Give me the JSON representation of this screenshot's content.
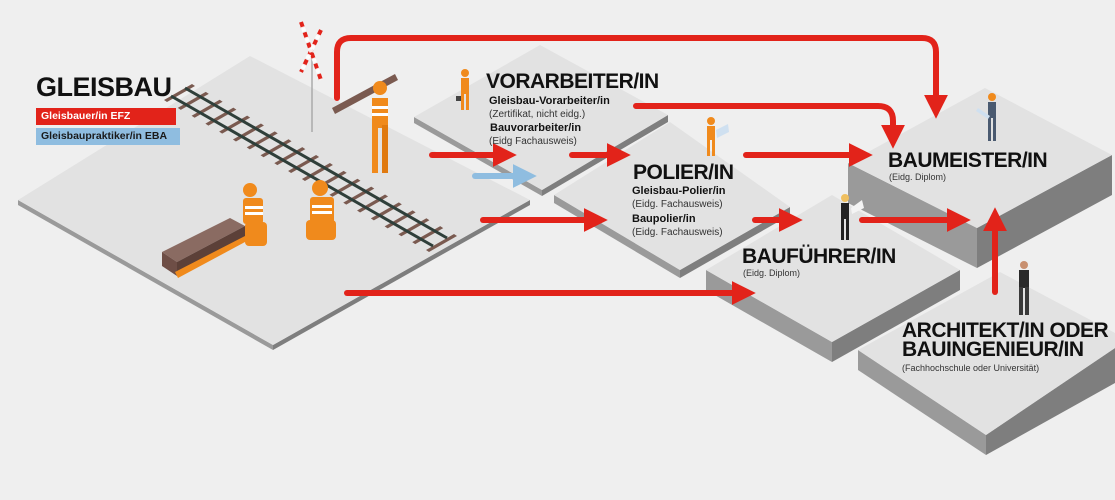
{
  "colors": {
    "background": "#efefef",
    "platform_top": "#e2e2e2",
    "platform_left": "#9a9a9a",
    "platform_right": "#7e7e7e",
    "arrow_red": "#e2231a",
    "arrow_blue": "#8fbde0",
    "worker_orange": "#f08a1c",
    "sleeper_brown": "#7a5a50",
    "rail_dark": "#2f3f3a"
  },
  "gleisbau": {
    "title": "GLEISBAU",
    "badge_efz": "Gleisbauer/in EFZ",
    "badge_eba": "Gleisbaupraktiker/in EBA"
  },
  "vorarbeiter": {
    "title": "VORARBEITER/IN",
    "line1": "Gleisbau-Vorarbeiter/in",
    "line1_note": "(Zertifikat, nicht eidg.)",
    "line2": "Bauvorarbeiter/in",
    "line2_note": "(Eidg  Fachausweis)"
  },
  "polier": {
    "title": "POLIER/IN",
    "line1": "Gleisbau-Polier/in",
    "line1_note": "(Eidg. Fachausweis)",
    "line2": "Baupolier/in",
    "line2_note": "(Eidg. Fachausweis)"
  },
  "baufuehrer": {
    "title": "BAUFÜHRER/IN",
    "note": "(Eidg. Diplom)"
  },
  "baumeister": {
    "title": "BAUMEISTER/IN",
    "note": "(Eidg. Diplom)"
  },
  "architekt": {
    "title_line1": "ARCHITEKT/IN ODER",
    "title_line2": "BAUINGENIEUR/IN",
    "note": "(Fachhochschule oder Universität)"
  }
}
